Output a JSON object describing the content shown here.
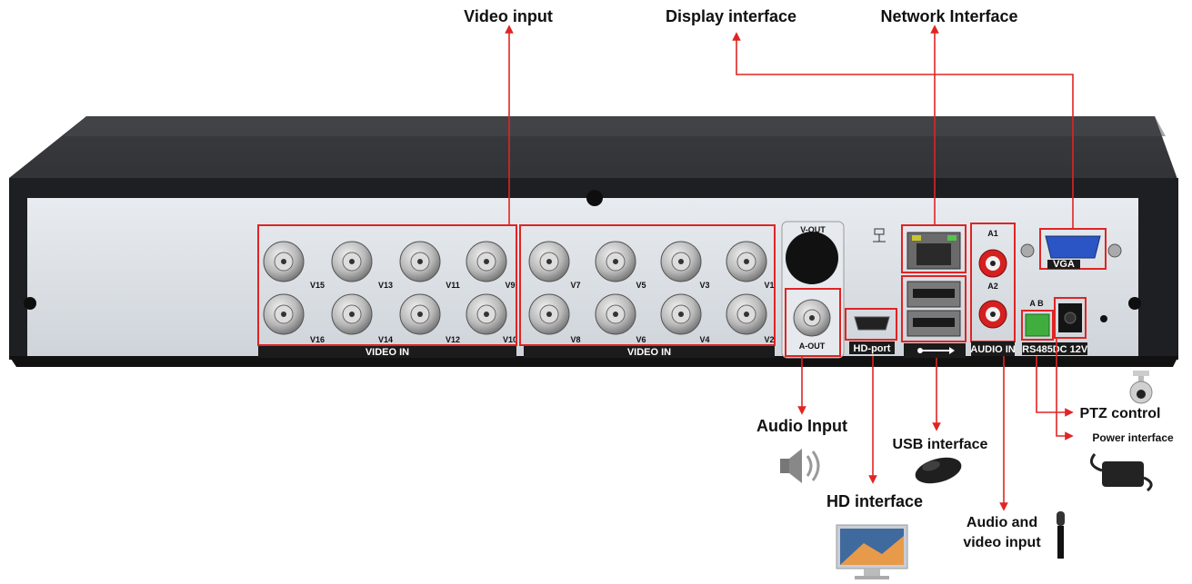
{
  "callouts": {
    "video_input": "Video input",
    "display_interface": "Display interface",
    "network_interface": "Network Interface",
    "audio_input": "Audio Input",
    "usb_interface": "USB interface",
    "hd_interface": "HD interface",
    "ptz_control": "PTZ control",
    "power_interface": "Power interface",
    "audio_video_input_line1": "Audio and",
    "audio_video_input_line2": "video input"
  },
  "panel": {
    "video_in_label_left": "VIDEO IN",
    "video_in_label_right": "VIDEO IN",
    "v_out": "V-OUT",
    "a_out": "A-OUT",
    "hd_port": "HD-port",
    "audio_in": "AUDIO IN",
    "a1": "A1",
    "a2": "A2",
    "vga": "VGA",
    "rs485": "RS485",
    "dc12v": "DC 12V",
    "a_b": "A  B",
    "bnc_top_left": [
      "V15",
      "V13",
      "V11",
      "V9"
    ],
    "bnc_bottom_left": [
      "V16",
      "V14",
      "V12",
      "V10"
    ],
    "bnc_top_right": [
      "V7",
      "V5",
      "V3",
      "V1"
    ],
    "bnc_bottom_right": [
      "V8",
      "V6",
      "V4",
      "V2"
    ]
  },
  "colors": {
    "highlight": "#e02424",
    "chassis": "#2a2a2c",
    "panel_face": "#dfe3e8",
    "label_strip": "#1b1b1b"
  },
  "icons": [
    "speaker-icon",
    "mouse-icon",
    "monitor-icon",
    "microphone-icon",
    "ptz-camera-icon",
    "power-adapter-icon",
    "network-port-icon",
    "usb-symbol-icon"
  ]
}
